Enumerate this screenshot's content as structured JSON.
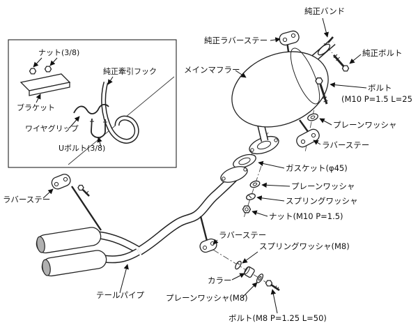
{
  "figure": {
    "kind": "exhaust-system-exploded-parts-diagram",
    "background": "#ffffff",
    "line_color": "#222222"
  },
  "labels": {
    "genuine_band": "純正バンド",
    "genuine_rubber_stay": "純正ラバーステー",
    "genuine_bolt": "純正ボルト",
    "main_muffler": "メインマフラー",
    "bolt_m10_name": "ボルト",
    "bolt_m10_spec": "(M10 P=1.5 L=25",
    "plain_washer_upper": "プレーンワッシャ",
    "rubber_stay_right": "ラバーステー",
    "gasket_phi45": "ガスケット(φ45)",
    "plain_washer_mid": "プレーンワッシャ",
    "spring_washer_mid": "スプリングワッシャ",
    "nut_m10": "ナット(M10 P=1.5)",
    "rubber_stay_center": "ラバーステー",
    "spring_washer_m8": "スプリングワッシャ(M8)",
    "collar": "カラー",
    "plain_washer_m8": "プレーンワッシャ(M8)",
    "bolt_m8": "ボルト(M8 P=1.25 L=50)",
    "tail_pipe": "テールパイプ",
    "rubber_stay_left": "ラバーステー",
    "nut_38": "ナット(3/8)",
    "genuine_tow_hook": "純正牽引フック",
    "bracket": "ブラケット",
    "wire_grip": "ワイヤグリップ",
    "u_bolt_38": "Uボルト(3/8)"
  }
}
